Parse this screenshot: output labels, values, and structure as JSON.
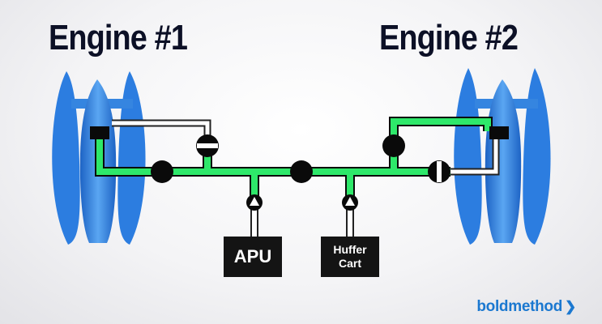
{
  "engines": [
    {
      "title": "Engine #1"
    },
    {
      "title": "Engine #2"
    }
  ],
  "sources": {
    "apu_label": "APU",
    "huffer_line1": "Huffer",
    "huffer_line2": "Cart"
  },
  "brand": {
    "name": "boldmethod",
    "icon": "chevron-right-icon"
  },
  "colors": {
    "duct": "#2ee86a",
    "engine": "#2c7de0",
    "valve": "#111111",
    "source_box": "#141414",
    "title": "#0c1026",
    "brand": "#1b78d0"
  }
}
